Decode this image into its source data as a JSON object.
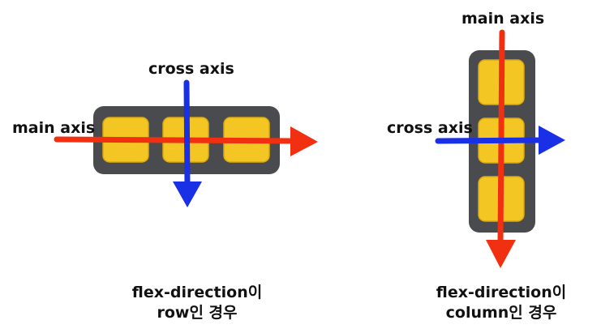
{
  "colors": {
    "container": "#4a4b4f",
    "item": "#f3c623",
    "item_border": "#d9a90e",
    "main_axis": "#f03010",
    "cross_axis": "#1a30e6"
  },
  "row_example": {
    "main_axis_label": "main axis",
    "cross_axis_label": "cross axis",
    "caption_line1": "flex-direction이",
    "caption_line2": "row인 경우",
    "item_count": 3
  },
  "column_example": {
    "main_axis_label": "main axis",
    "cross_axis_label": "cross axis",
    "caption_line1": "flex-direction이",
    "caption_line2": "column인 경우",
    "item_count": 3
  }
}
